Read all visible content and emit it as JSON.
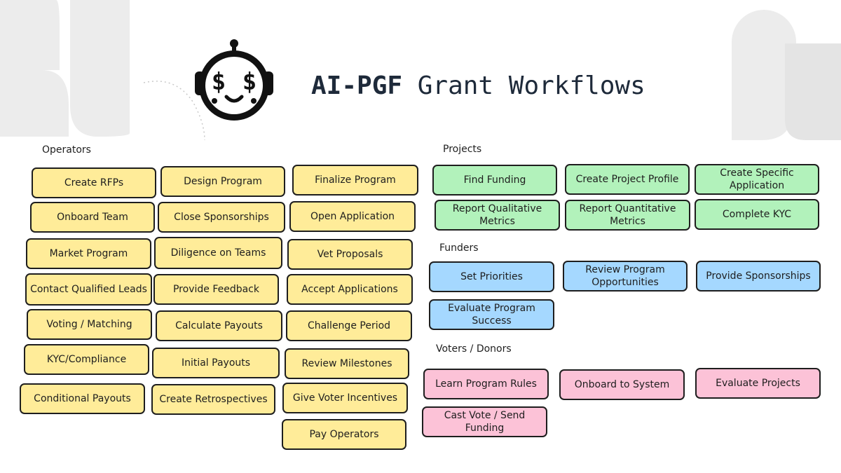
{
  "title": {
    "brand": "AI-PGF",
    "rest": " Grant Workflows"
  },
  "colors": {
    "operators": "#ffec99",
    "projects": "#b2f2bb",
    "funders": "#a5d8ff",
    "voters": "#fcc2d7",
    "stroke": "#1e1e1e",
    "title": "#1e2a3a"
  },
  "logo": {
    "icon": "robot-dollar-eyes-icon"
  },
  "operators": {
    "label": "Operators",
    "items": [
      "Create RFPs",
      "Design Program",
      "Finalize Program",
      "Onboard Team",
      "Close Sponsorships",
      "Open Application",
      "Market Program",
      "Diligence on Teams",
      "Vet Proposals",
      "Contact Qualified Leads",
      "Provide Feedback",
      "Accept Applications",
      "Voting / Matching",
      "Calculate Payouts",
      "Challenge Period",
      "KYC/Compliance",
      "Initial Payouts",
      "Review Milestones",
      "Conditional Payouts",
      "Create Retrospectives",
      "Give Voter Incentives",
      "Pay Operators"
    ]
  },
  "projects": {
    "label": "Projects",
    "items": [
      "Find Funding",
      "Create Project Profile",
      "Create Specific Application",
      "Report Qualitative Metrics",
      "Report Quantitative Metrics",
      "Complete KYC"
    ]
  },
  "funders": {
    "label": "Funders",
    "items": [
      "Set Priorities",
      "Review Program Opportunities",
      "Provide Sponsorships",
      "Evaluate Program Success"
    ]
  },
  "voters": {
    "label": "Voters / Donors",
    "items": [
      "Learn Program Rules",
      "Onboard to System",
      "Evaluate Projects",
      "Cast Vote / Send Funding"
    ]
  }
}
